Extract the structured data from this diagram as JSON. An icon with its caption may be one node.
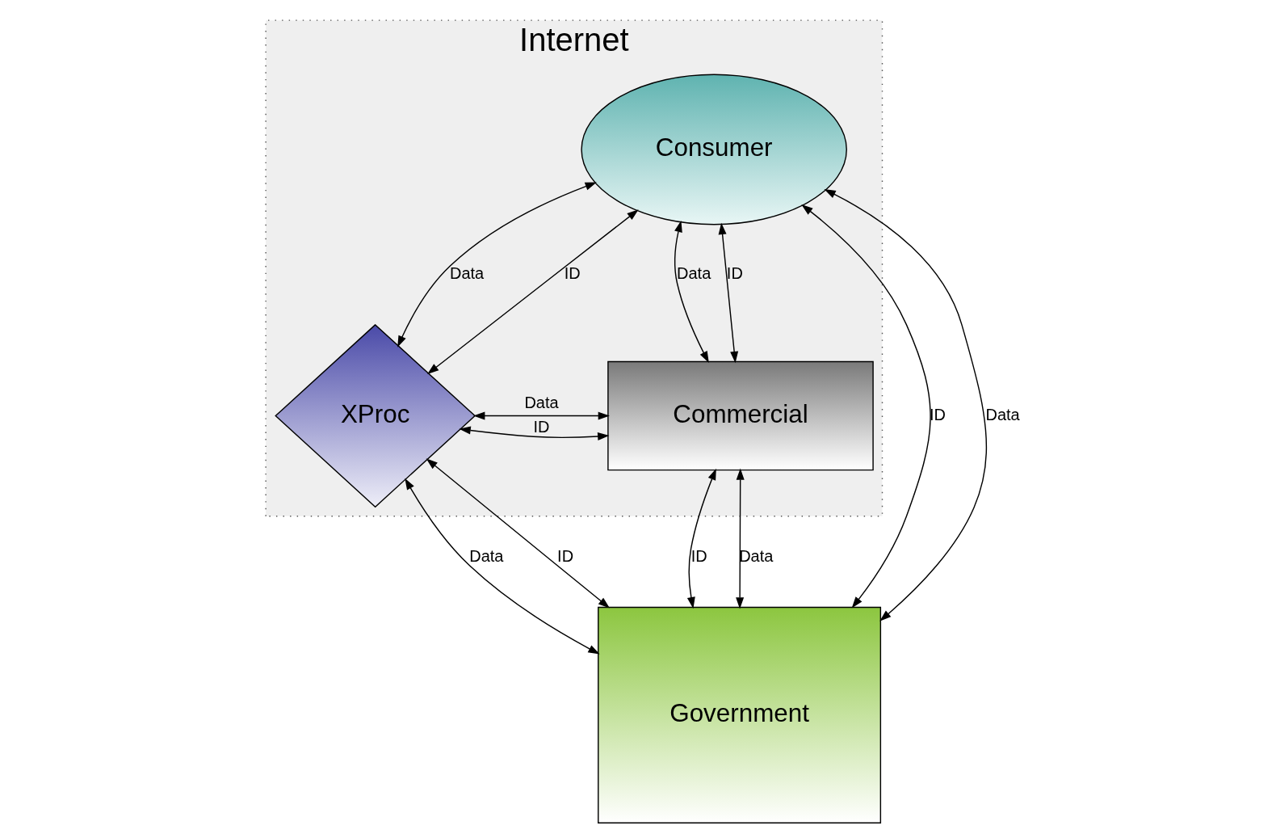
{
  "diagram": {
    "nodes": [
      {
        "text": [
          "Internet"
        ]
      },
      {
        "text": [
          "Consumer"
        ],
        "in": 0
      },
      {
        "text": [
          "XProc"
        ],
        "in": 0
      },
      {
        "text": [
          "Commercial"
        ],
        "in": 0
      },
      {
        "text": [
          "Government"
        ]
      }
    ],
    "edges": [
      {
        "from": 1,
        "to": 2,
        "arrow": "both",
        "label": "Data"
      },
      {
        "from": 1,
        "to": 2,
        "arrow": "both",
        "label": "ID"
      },
      {
        "from": 1,
        "to": 3,
        "arrow": "both",
        "label": "Data"
      },
      {
        "from": 1,
        "to": 3,
        "arrow": "both",
        "label": "ID"
      },
      {
        "from": 2,
        "to": 3,
        "arrow": "both",
        "label": "ID"
      },
      {
        "from": 2,
        "to": 3,
        "arrow": "both",
        "label": "Data"
      },
      {
        "from": 1,
        "to": 4,
        "arrow": "both",
        "label": "ID"
      },
      {
        "from": 1,
        "to": 4,
        "arrow": "both",
        "label": "Data"
      },
      {
        "from": 2,
        "to": 4,
        "arrow": "both",
        "label": "Data"
      },
      {
        "from": 2,
        "to": 4,
        "arrow": "both",
        "label": "ID"
      },
      {
        "from": 3,
        "to": 4,
        "arrow": "both",
        "label": "ID"
      },
      {
        "from": 3,
        "to": 4,
        "arrow": "both",
        "label": "Data"
      }
    ]
  }
}
